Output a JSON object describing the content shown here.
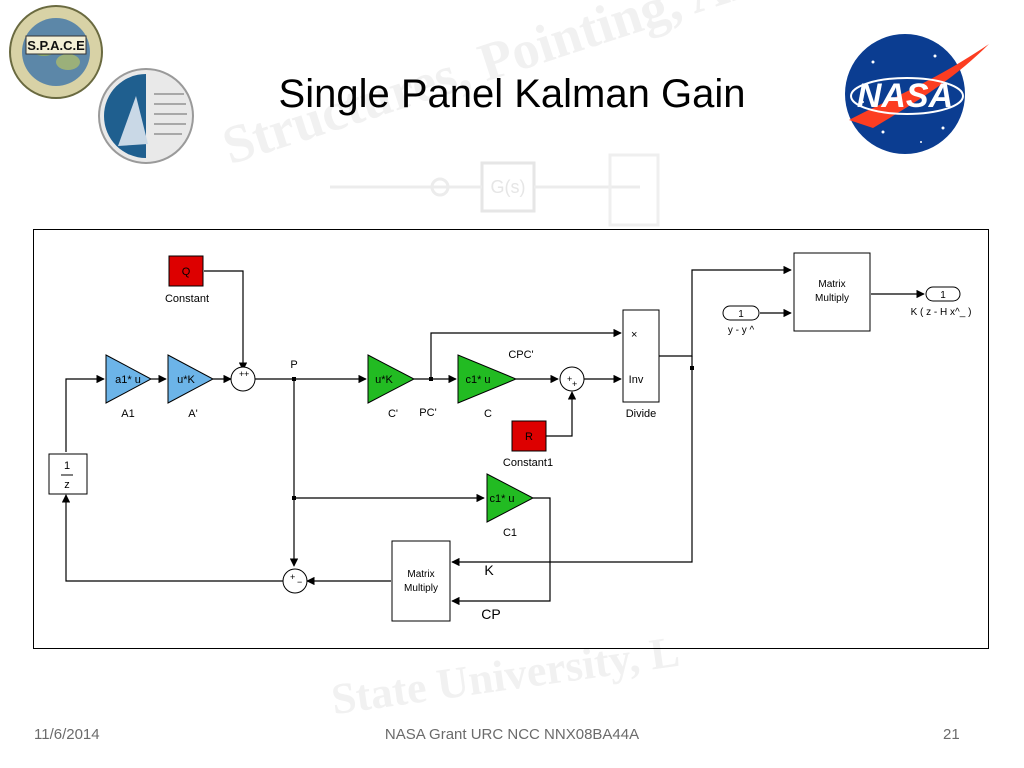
{
  "slide": {
    "title": "Single Panel Kalman Gain",
    "footer_date": "11/6/2014",
    "footer_center": "NASA Grant URC NCC NNX08BA44A",
    "page_number": "21"
  },
  "logos": {
    "space_logo_text": "S.P.A.C.E",
    "nasa_logo_text": "NASA"
  },
  "watermark": {
    "top_text": "Structures, Pointing, And Control Engineering",
    "bottom_text": "State University, L",
    "block_label": "G(s)"
  },
  "diagram": {
    "constant_q_value": "Q",
    "constant_q_label": "Constant",
    "constant_r_value": "R",
    "constant_r_label": "Constant1",
    "gain_a1_expr": "a1* u",
    "gain_a1_label": "A1",
    "gain_aprime_expr": "u*K",
    "gain_aprime_label": "A'",
    "gain_cprime_expr": "u*K",
    "gain_cprime_label": "C'",
    "gain_c_expr": "c1* u",
    "gain_c_label": "C",
    "gain_c1_expr": "c1* u",
    "gain_c1_label": "C1",
    "signal_p": "P",
    "signal_pc": "PC'",
    "signal_cpc": "CPC'",
    "signal_k": "K",
    "signal_cp": "CP",
    "divide_label": "Divide",
    "divide_inv": "Inv",
    "divide_mult": "×",
    "delay_num": "1",
    "delay_den": "z",
    "matmul_top_line1": "Matrix",
    "matmul_top_line2": "Multiply",
    "matmul_bottom_line1": "Matrix",
    "matmul_bottom_line2": "Multiply",
    "inport_num": "1",
    "inport_label": "y - y ^",
    "outport_num": "1",
    "outport_label": "K ( z - H x^_ )",
    "sum_plus": "+",
    "sum_minus": "−"
  },
  "colors": {
    "gain_blue": "#6cb4e8",
    "gain_green": "#22bb22",
    "constant_red": "#dd0000"
  }
}
